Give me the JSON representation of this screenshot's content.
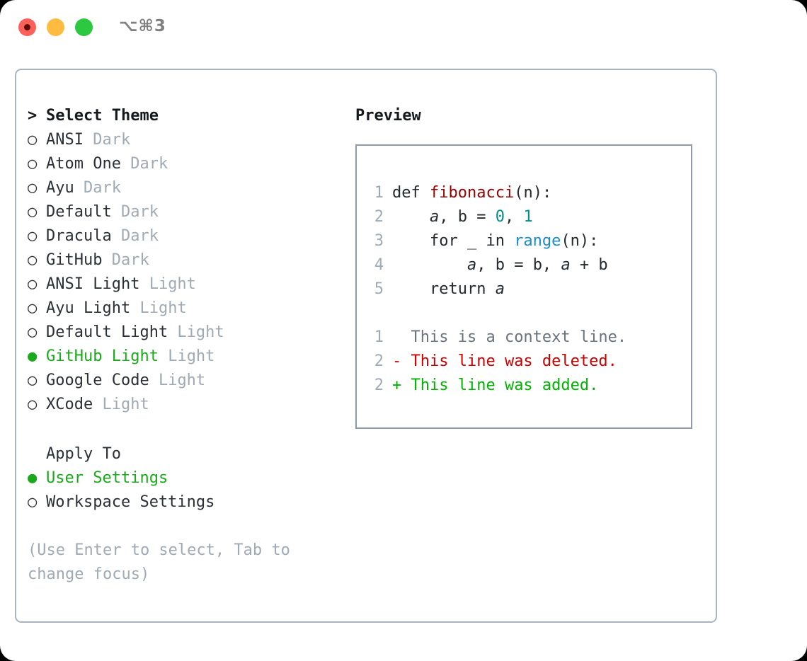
{
  "titlebar": {
    "shortcut": "⌥⌘3",
    "buttons": {
      "close": "close",
      "minimize": "minimize",
      "maximize": "maximize"
    }
  },
  "left": {
    "heading_marker": ">",
    "heading": "Select Theme",
    "themes": [
      {
        "marker": "○",
        "name": "ANSI",
        "variant": "Dark",
        "selected": false
      },
      {
        "marker": "○",
        "name": "Atom One",
        "variant": "Dark",
        "selected": false
      },
      {
        "marker": "○",
        "name": "Ayu",
        "variant": "Dark",
        "selected": false
      },
      {
        "marker": "○",
        "name": "Default",
        "variant": "Dark",
        "selected": false
      },
      {
        "marker": "○",
        "name": "Dracula",
        "variant": "Dark",
        "selected": false
      },
      {
        "marker": "○",
        "name": "GitHub",
        "variant": "Dark",
        "selected": false
      },
      {
        "marker": "○",
        "name": "ANSI Light",
        "variant": "Light",
        "selected": false
      },
      {
        "marker": "○",
        "name": "Ayu Light",
        "variant": "Light",
        "selected": false
      },
      {
        "marker": "○",
        "name": "Default Light",
        "variant": "Light",
        "selected": false
      },
      {
        "marker": "●",
        "name": "GitHub Light",
        "variant": "Light",
        "selected": true
      },
      {
        "marker": "○",
        "name": "Google Code",
        "variant": "Light",
        "selected": false
      },
      {
        "marker": "○",
        "name": "XCode",
        "variant": "Light",
        "selected": false
      }
    ],
    "apply_to_heading": "Apply To",
    "apply_to": [
      {
        "marker": "●",
        "name": "User Settings",
        "selected": true
      },
      {
        "marker": "○",
        "name": "Workspace Settings",
        "selected": false
      }
    ],
    "hint": "(Use Enter to select, Tab to change focus)"
  },
  "right": {
    "preview_title": "Preview",
    "code_lines": [
      {
        "num": "1",
        "segments": [
          {
            "text": "def ",
            "type": "plain"
          },
          {
            "text": "fibonacci",
            "type": "func"
          },
          {
            "text": "(n):",
            "type": "plain"
          }
        ]
      },
      {
        "num": "2",
        "segments": [
          {
            "text": "    ",
            "type": "plain"
          },
          {
            "text": "a",
            "type": "var"
          },
          {
            "text": ", b = ",
            "type": "plain"
          },
          {
            "text": "0",
            "type": "num"
          },
          {
            "text": ", ",
            "type": "plain"
          },
          {
            "text": "1",
            "type": "num"
          }
        ]
      },
      {
        "num": "3",
        "segments": [
          {
            "text": "    for _ in ",
            "type": "plain"
          },
          {
            "text": "range",
            "type": "builtin"
          },
          {
            "text": "(n):",
            "type": "plain"
          }
        ]
      },
      {
        "num": "4",
        "segments": [
          {
            "text": "        ",
            "type": "plain"
          },
          {
            "text": "a",
            "type": "var"
          },
          {
            "text": ", b = b, ",
            "type": "plain"
          },
          {
            "text": "a",
            "type": "var"
          },
          {
            "text": " + b",
            "type": "plain"
          }
        ]
      },
      {
        "num": "5",
        "segments": [
          {
            "text": "    return ",
            "type": "plain"
          },
          {
            "text": "a",
            "type": "var"
          }
        ]
      }
    ],
    "diff_lines": [
      {
        "num": "1",
        "sign": " ",
        "text": " This is a context line.",
        "type": "ctx"
      },
      {
        "num": "2",
        "sign": "-",
        "text": " This line was deleted.",
        "type": "del"
      },
      {
        "num": "2",
        "sign": "+",
        "text": " This line was added.",
        "type": "add"
      }
    ]
  },
  "colors": {
    "accent_green": "#1aa91a",
    "muted": "#a0aab4",
    "panel_border": "#aab4c0",
    "preview_border": "#8e9aa8",
    "func": "#990000",
    "number": "#008f8f",
    "builtin": "#1a8cc8",
    "diff_delete": "#cc0000",
    "diff_add": "#00b300",
    "diff_context": "#6a737d",
    "traffic_red": "#fc6058",
    "traffic_yellow": "#fdbc40",
    "traffic_green": "#2bc840"
  }
}
